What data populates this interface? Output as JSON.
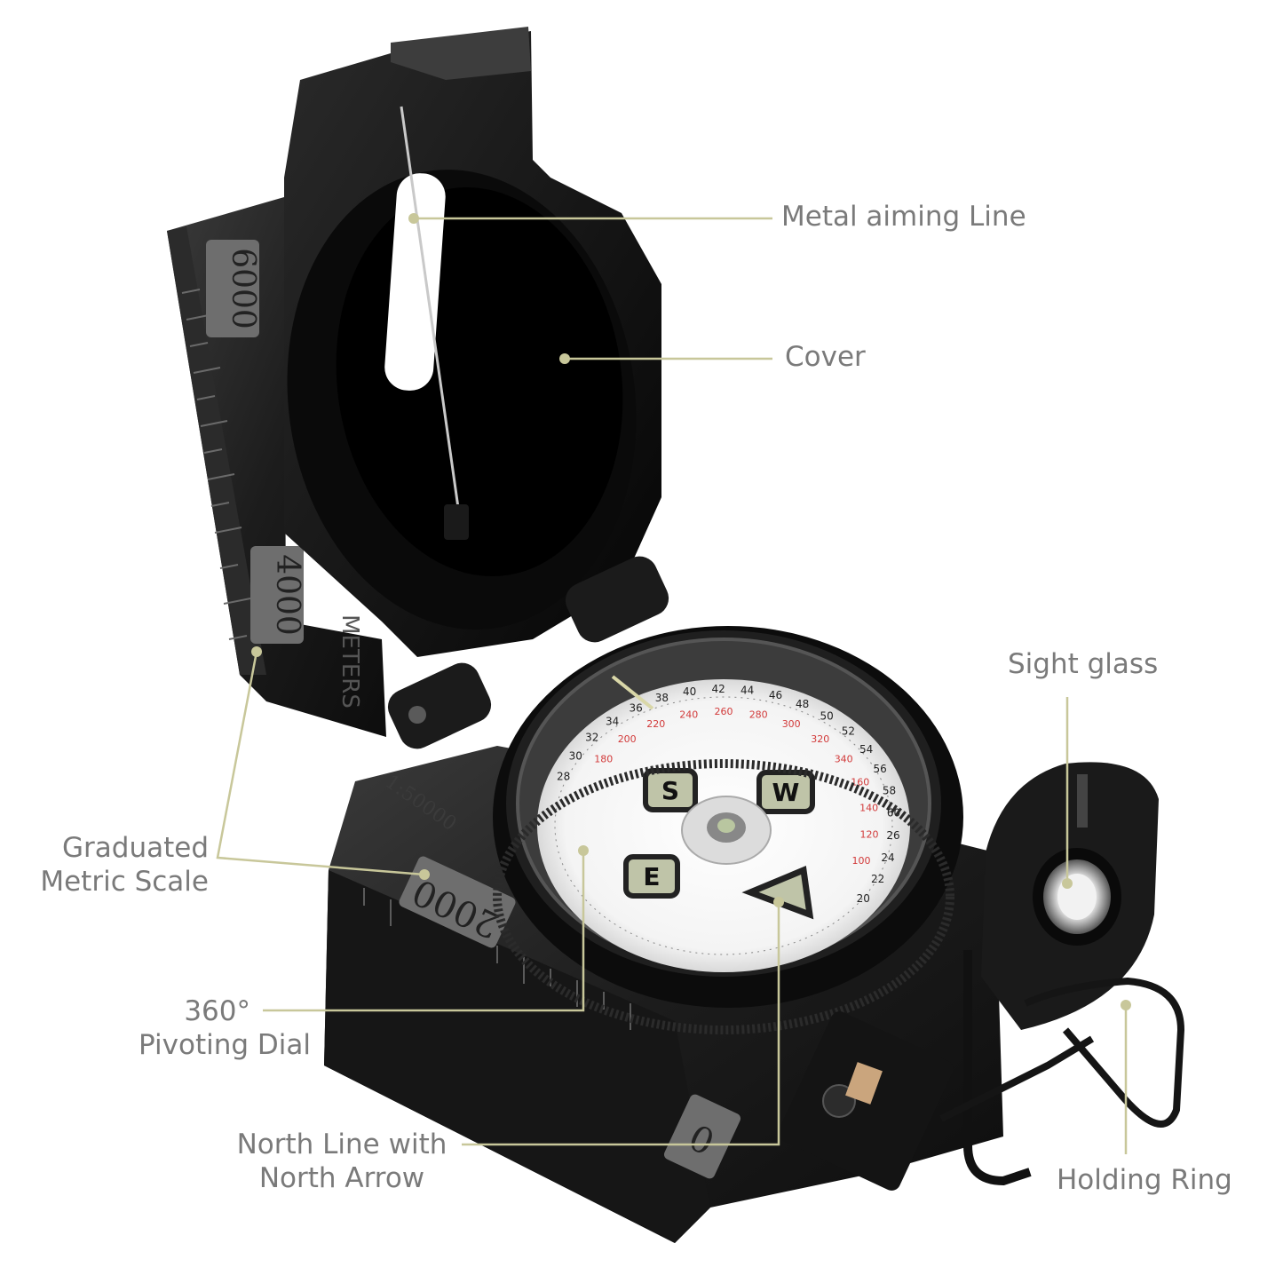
{
  "image": {
    "subject": "lensatic-compass",
    "accent_color": "#c8c79a",
    "label_color": "#7a7a7a"
  },
  "callouts": {
    "metal_aiming_line": "Metal aiming Line",
    "cover": "Cover",
    "sight_glass": "Sight glass",
    "graduated_scale_line1": "Graduated",
    "graduated_scale_line2": "Metric Scale",
    "pivoting_dial_line1": "360°",
    "pivoting_dial_line2": "Pivoting Dial",
    "north_line_line1": "North Line with",
    "north_line_line2": "North Arrow",
    "holding_ring": "Holding Ring"
  },
  "device_markings": {
    "scale_6000": "6000",
    "scale_4000": "4000",
    "scale_2000": "2000",
    "scale_0": "0",
    "meters": "METERS",
    "ratio": "1:50000"
  },
  "dial": {
    "letters": [
      "S",
      "W",
      "E"
    ],
    "degree_labels": [
      "180",
      "200",
      "220",
      "240",
      "260",
      "280",
      "300",
      "320",
      "340",
      "160",
      "140",
      "120",
      "100"
    ],
    "mil_labels": [
      "28",
      "30",
      "32",
      "34",
      "36",
      "38",
      "40",
      "42",
      "44",
      "46",
      "48",
      "50",
      "52",
      "54",
      "56",
      "58",
      "60",
      "26",
      "24",
      "22",
      "20"
    ]
  }
}
